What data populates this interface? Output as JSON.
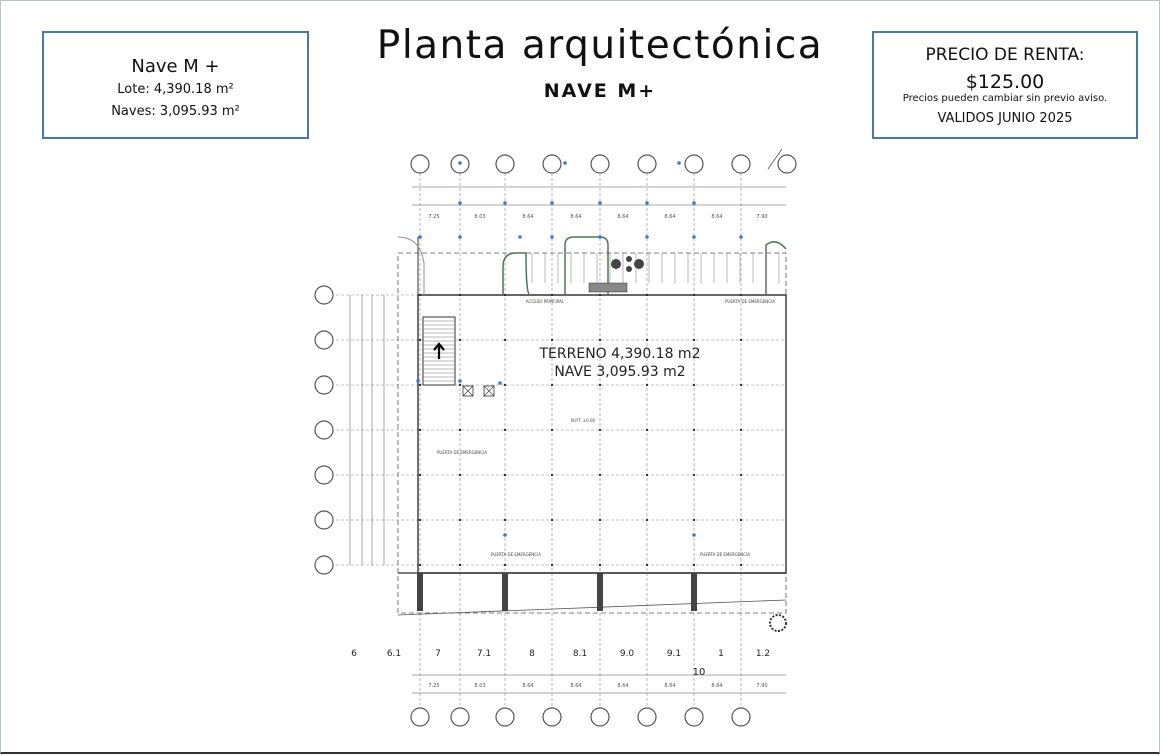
{
  "left_box": {
    "title": "Nave M +",
    "lote": "Lote: 4,390.18 m²",
    "naves": "Naves: 3,095.93 m²"
  },
  "header": {
    "title": "Planta arquitectónica",
    "subtitle": "NAVE M+"
  },
  "right_box": {
    "label": "PRECIO DE RENTA:",
    "price": "$125.00",
    "note": "Precios pueden cambiar sin previo aviso.",
    "valid": "VALIDOS JUNIO 2025"
  },
  "plan": {
    "terreno": "TERRENO 4,390.18 m2",
    "nave": "NAVE 3,095.93 m2",
    "acceso": "ACCESO PRINCIPAL",
    "puerta_emergencia": "PUERTA DE EMERGENCIA",
    "npt": "N.P.T. ±0.00",
    "bottom_labels": [
      "6",
      "6.1",
      "7",
      "7.1",
      "8",
      "8.1",
      "9.0",
      "9.1",
      "1",
      "1.2"
    ],
    "extra_label": "10",
    "top_dims": [
      "7.25",
      "8.03",
      "8.64",
      "8.64",
      "8.64",
      "8.64",
      "8.64",
      "7.90"
    ],
    "colors": {
      "line": "#555555",
      "grid": "#888888",
      "accent": "#3a7bd5",
      "green": "#4a7a4a"
    }
  }
}
